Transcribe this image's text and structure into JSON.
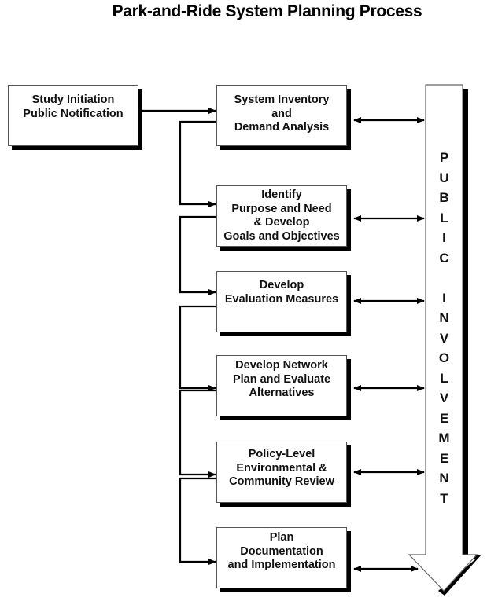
{
  "title": "Park-and-Ride System Planning Process",
  "start_box": {
    "lines": [
      "Study Initiation",
      "Public Notification"
    ]
  },
  "steps": [
    {
      "lines": [
        "System Inventory",
        "and",
        "Demand Analysis"
      ]
    },
    {
      "lines": [
        "Identify",
        "Purpose and Need",
        "& Develop",
        "Goals and Objectives"
      ]
    },
    {
      "lines": [
        "Develop",
        "Evaluation Measures"
      ]
    },
    {
      "lines": [
        "Develop Network",
        "Plan and Evaluate",
        "Alternatives"
      ]
    },
    {
      "lines": [
        "Policy-Level",
        "Environmental &",
        "Community Review"
      ]
    },
    {
      "lines": [
        "Plan",
        "Documentation",
        "and Implementation"
      ]
    }
  ],
  "side_arrow": {
    "label_letters": [
      "P",
      "U",
      "B",
      "L",
      "I",
      "C",
      " ",
      "I",
      "N",
      "V",
      "O",
      "L",
      "V",
      "E",
      "M",
      "E",
      "N",
      "T"
    ],
    "label": "PUBLIC INVOLVEMENT"
  },
  "connectors": {
    "start_to_first": "arrow",
    "step_to_step": "elbow-arrow",
    "step_to_side": "double-arrow"
  }
}
